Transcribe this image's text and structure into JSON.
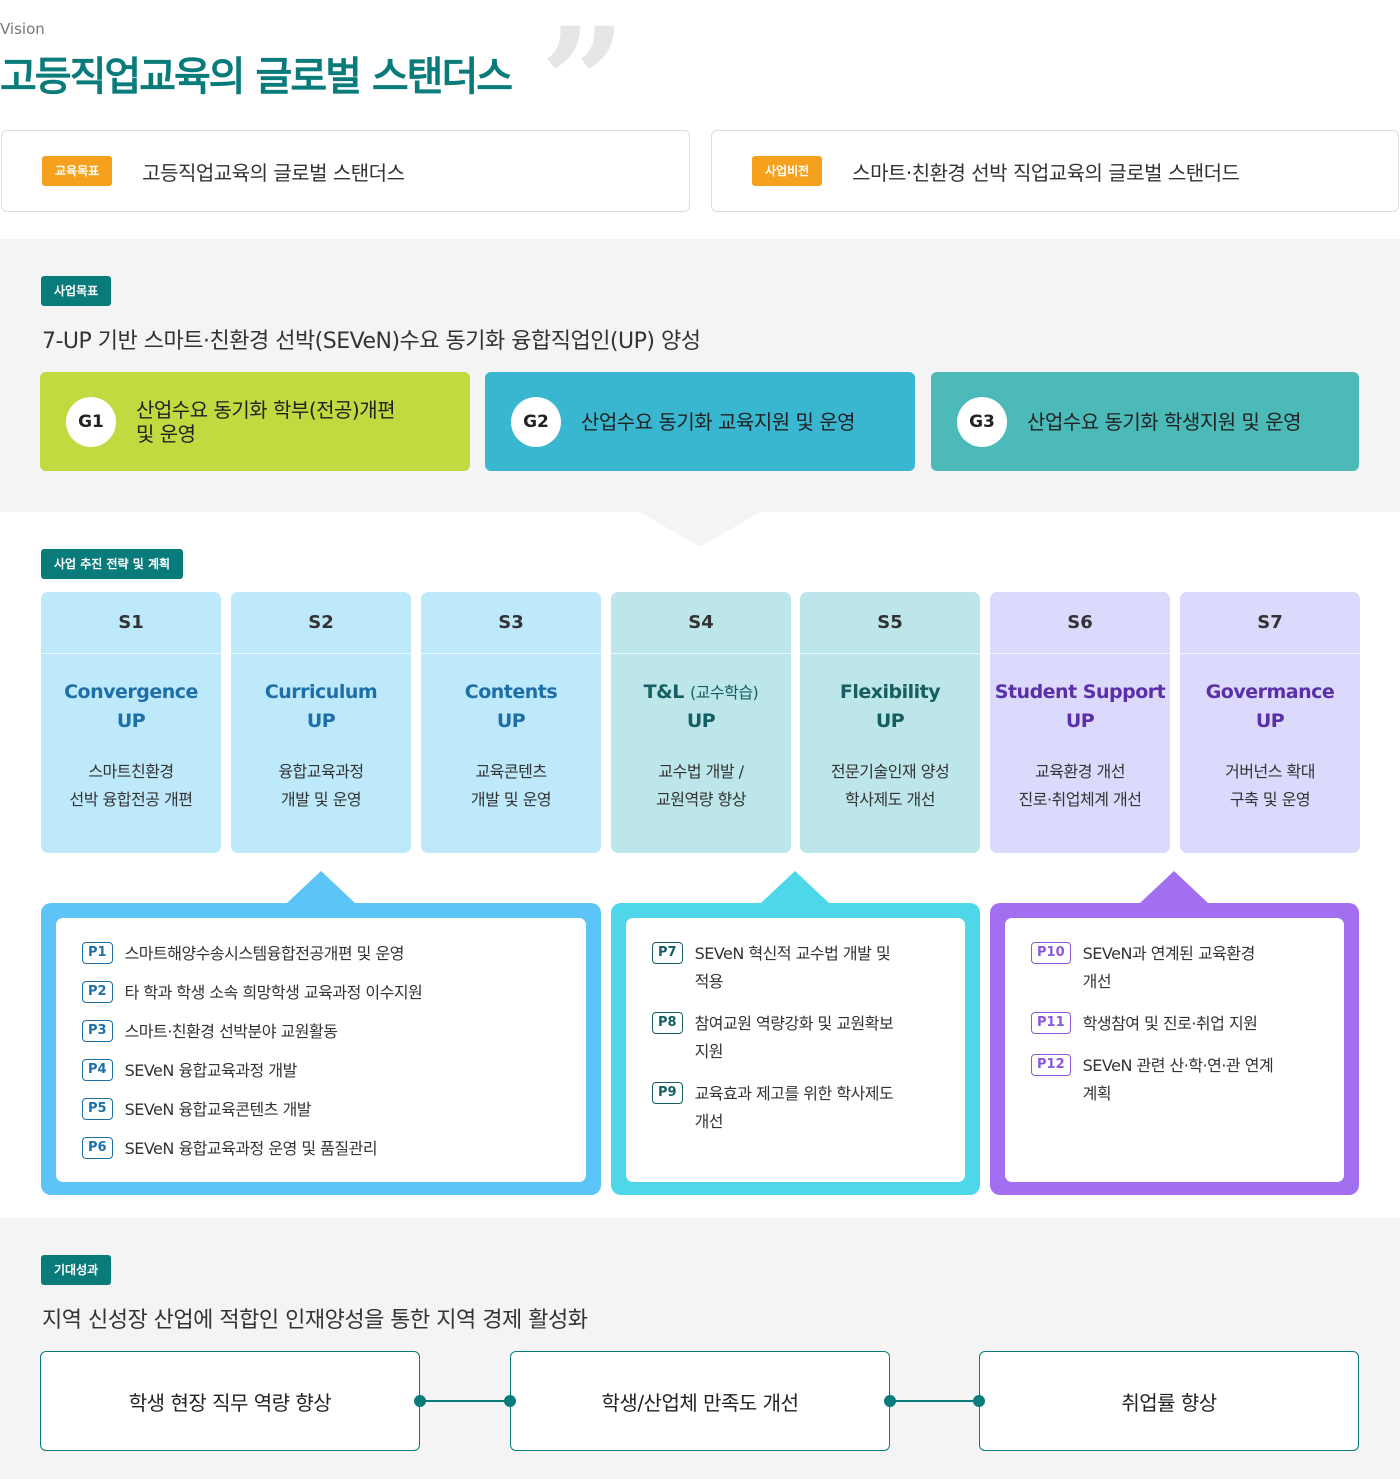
{
  "header": {
    "vision_label": "Vision",
    "title": "고등직업교육의 글로벌 스탠더스",
    "quote_mark": "”"
  },
  "top_boxes": [
    {
      "tag": "교육목표",
      "text": "고등직업교육의 글로벌 스탠더스"
    },
    {
      "tag": "사업비전",
      "text": "스마트·친환경 선박 직업교육의 글로벌 스탠더드"
    }
  ],
  "business_goal": {
    "tag": "사업목표",
    "text": "7-UP 기반 스마트·친환경 선박(SEVeN)수요 동기화 융합직업인(UP) 양성",
    "goals": [
      {
        "id": "G1",
        "line1": "산업수요 동기화 학부(전공)개편",
        "line2": "및 운영",
        "color": "#c2d940"
      },
      {
        "id": "G2",
        "line1": "산업수요 동기화 교육지원 및 운영",
        "line2": "",
        "color": "#3ab7d0"
      },
      {
        "id": "G3",
        "line1": "산업수요 동기화 학생지원 및 운영",
        "line2": "",
        "color": "#4bbab8"
      }
    ]
  },
  "strategy": {
    "tag": "사업 추진 전략 및 계획",
    "items": [
      {
        "id": "S1",
        "title1": "Convergence",
        "title1_small": "",
        "title2": "UP",
        "desc1": "스마트친환경",
        "desc2": "선박 융합전공 개편",
        "bg": "#bde9fb",
        "title_color": "#1e6fa8"
      },
      {
        "id": "S2",
        "title1": "Curriculum",
        "title1_small": "",
        "title2": "UP",
        "desc1": "융합교육과정",
        "desc2": "개발 및 운영",
        "bg": "#bde9fb",
        "title_color": "#1e6fa8"
      },
      {
        "id": "S3",
        "title1": "Contents",
        "title1_small": "",
        "title2": "UP",
        "desc1": "교육콘텐츠",
        "desc2": "개발 및 운영",
        "bg": "#bde9fb",
        "title_color": "#1e6fa8"
      },
      {
        "id": "S4",
        "title1": "T&L",
        "title1_small": "(교수학습)",
        "title2": "UP",
        "desc1": "교수법 개발 /",
        "desc2": "교원역량 향상",
        "bg": "#bce6e9",
        "title_color": "#155f63"
      },
      {
        "id": "S5",
        "title1": "Flexibility",
        "title1_small": "",
        "title2": "UP",
        "desc1": "전문기술인재 양성",
        "desc2": "학사제도 개선",
        "bg": "#bce6e9",
        "title_color": "#155f63"
      },
      {
        "id": "S6",
        "title1": "Student Support",
        "title1_small": "",
        "title2": "UP",
        "desc1": "교육환경 개선",
        "desc2": "진로·취업체계 개선",
        "bg": "#dcdafc",
        "title_color": "#5a2fa8"
      },
      {
        "id": "S7",
        "title1": "Govermance",
        "title1_small": "",
        "title2": "UP",
        "desc1": "거버넌스 확대",
        "desc2": "구축 및 운영",
        "bg": "#dcdafc",
        "title_color": "#5a2fa8"
      }
    ]
  },
  "programs": [
    {
      "color": "#5cc4f6",
      "badge_color": "#1e6fa8",
      "items": [
        {
          "id": "P1",
          "line1": "스마트해양수송시스템융합전공개편 및 운영",
          "line2": ""
        },
        {
          "id": "P2",
          "line1": "타 학과 학생 소속 희망학생 교육과정 이수지원",
          "line2": ""
        },
        {
          "id": "P3",
          "line1": "스마트·친환경 선박분야 교원활동",
          "line2": ""
        },
        {
          "id": "P4",
          "line1": "SEVeN 융합교육과정 개발",
          "line2": ""
        },
        {
          "id": "P5",
          "line1": "SEVeN 융합교육콘텐츠 개발",
          "line2": ""
        },
        {
          "id": "P6",
          "line1": "SEVeN 융합교육과정 운영 및 품질관리",
          "line2": ""
        }
      ]
    },
    {
      "color": "#4dd7e8",
      "badge_color": "#155f63",
      "items": [
        {
          "id": "P7",
          "line1": "SEVeN 혁신적 교수법 개발 및",
          "line2": "적용"
        },
        {
          "id": "P8",
          "line1": "참여교원 역량강화 및 교원확보",
          "line2": "지원"
        },
        {
          "id": "P9",
          "line1": "교육효과 제고를 위한 학사제도",
          "line2": "개선"
        }
      ]
    },
    {
      "color": "#a26ff0",
      "badge_color": "#8a57e0",
      "items": [
        {
          "id": "P10",
          "line1": "SEVeN과 연계된 교육환경",
          "line2": "개선"
        },
        {
          "id": "P11",
          "line1": "학생참여 및 진로·취업 지원",
          "line2": ""
        },
        {
          "id": "P12",
          "line1": "SEVeN 관련 산·학·연·관 연계",
          "line2": "계획"
        }
      ]
    }
  ],
  "outcome": {
    "tag": "기대성과",
    "text": "지역 신성장 산업에 적합인 인재양성을 통한 지역 경제 활성화",
    "items": [
      "학생 현장 직무 역량 향상",
      "학생/산업체 만족도 개선",
      "취업률 향상"
    ]
  },
  "colors": {
    "brand_teal": "#0a7b7b",
    "tag_orange": "#f5a11d"
  }
}
